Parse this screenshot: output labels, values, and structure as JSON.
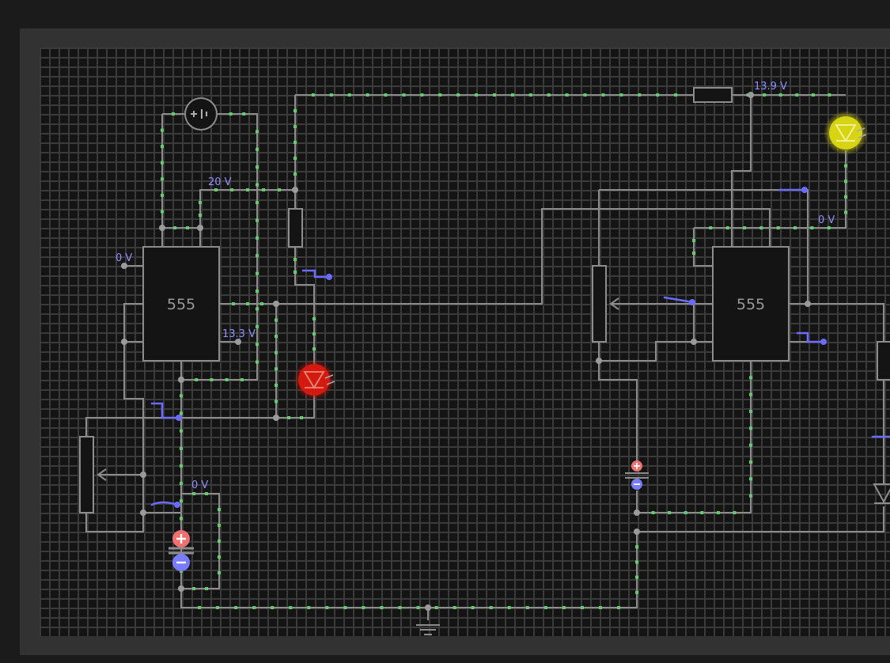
{
  "labels": {
    "v_top_right": "13.9 V",
    "v_right_mid": "0 V",
    "v_left_top": "20 V",
    "v_left_pin": "0 V",
    "v_left_out": "13.3 V",
    "v_left_bottom": "0 V"
  },
  "chips": {
    "left": "555",
    "right": "555"
  },
  "components": {
    "led_left": {
      "color": "#e01f16",
      "state": "lit"
    },
    "led_right": {
      "color": "#e3e01a",
      "state": "lit"
    }
  },
  "colors": {
    "wire": "#8d8d8d",
    "current_dot": "#5ed06a",
    "switch": "#6a6cff",
    "cap_plus": "#f07070",
    "cap_minus": "#7a7cff"
  }
}
